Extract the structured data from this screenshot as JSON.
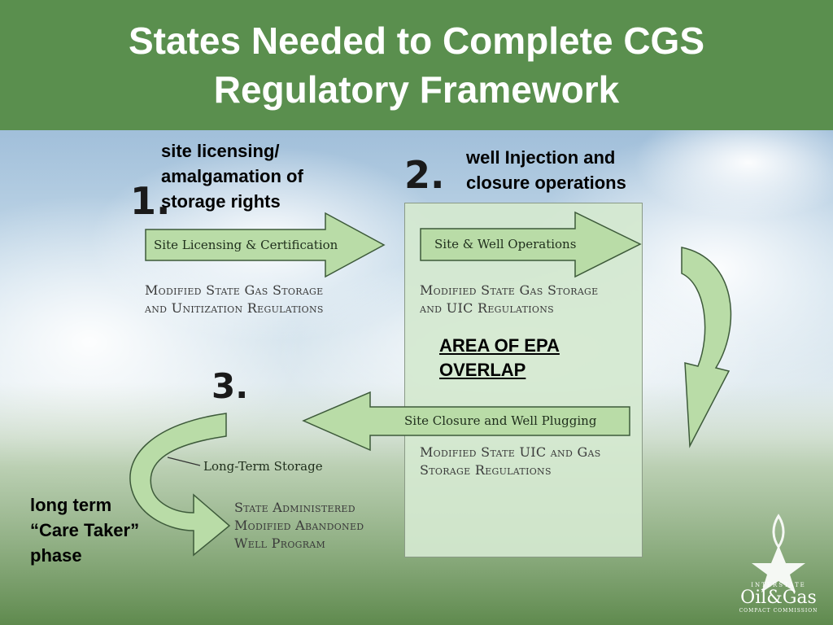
{
  "title": "States Needed to Complete CGS Regulatory Framework",
  "stages": {
    "one": {
      "number": "1.",
      "note": [
        "site licensing/",
        "amalgamation of",
        "storage rights"
      ],
      "arrow_label": "Site Licensing & Certification",
      "regulations": [
        "Modified State Gas Storage",
        "and Unitization Regulations"
      ]
    },
    "two": {
      "number": "2.",
      "note": [
        "well Injection and",
        "closure operations"
      ],
      "arrow_label": "Site & Well Operations",
      "regulations": [
        "Modified State Gas Storage",
        "and UIC Regulations"
      ]
    },
    "three": {
      "number": "3.",
      "arrow_label": "Site Closure and Well Plugging",
      "regulations": [
        "Modified State UIC and Gas",
        "Storage Regulations"
      ],
      "long_term_label": "Long-Term Storage",
      "program": [
        "State Administered",
        "Modified Abandoned",
        "Well Program"
      ],
      "note": [
        "long term",
        "“Care Taker”",
        "phase"
      ]
    }
  },
  "epa_overlap": [
    "AREA OF EPA",
    "OVERLAP"
  ],
  "logo": {
    "top": "INTERSTATE",
    "main": "Oil&Gas",
    "bottom": "COMPACT COMMISSION",
    "icon": "star-flame-icon"
  },
  "colors": {
    "title_bar": "#5a8f4e",
    "arrow_fill": "#b9dca7",
    "panel_fill": "#d4e8d0"
  }
}
